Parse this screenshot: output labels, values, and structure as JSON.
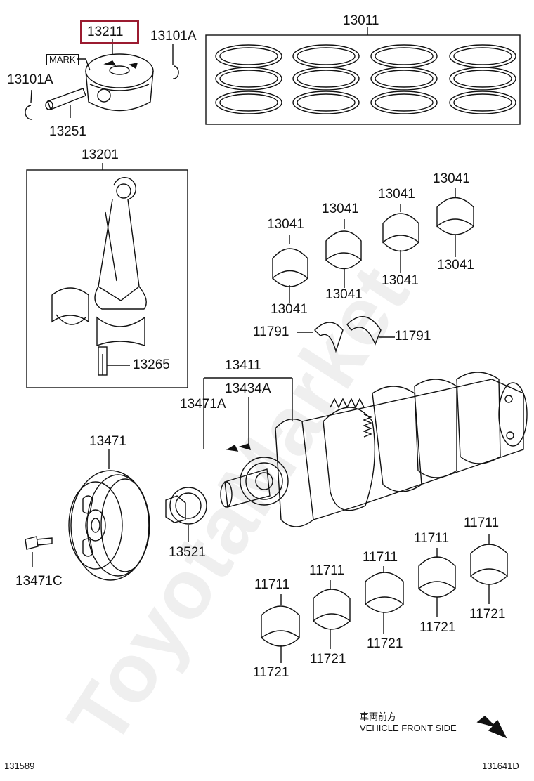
{
  "watermark": "ToyotaMarket",
  "highlight_color": "#9b1b30",
  "labels": {
    "p13211": "13211",
    "p13101A_right": "13101A",
    "mark": "MARK",
    "p13101A_left": "13101A",
    "p13251": "13251",
    "p13011": "13011",
    "p13201": "13201",
    "p13265": "13265",
    "p13041_a": "13041",
    "p13041_b": "13041",
    "p13041_c": "13041",
    "p13041_d": "13041",
    "p13041_e": "13041",
    "p13041_f": "13041",
    "p13041_g": "13041",
    "p13041_h": "13041",
    "p11791_left": "11791",
    "p11791_right": "11791",
    "p13411": "13411",
    "p13434A": "13434A",
    "p13471A": "13471A",
    "p13471": "13471",
    "p13521": "13521",
    "p13471C": "13471C",
    "p11711_a": "11711",
    "p11711_b": "11711",
    "p11711_c": "11711",
    "p11711_d": "11711",
    "p11711_e": "11711",
    "p11721_a": "11721",
    "p11721_b": "11721",
    "p11721_c": "11721",
    "p11721_d": "11721",
    "p11721_e": "11721",
    "front_jp": "車両前方",
    "front_en": "VEHICLE FRONT SIDE",
    "code_left": "131589",
    "code_right": "131641D"
  }
}
